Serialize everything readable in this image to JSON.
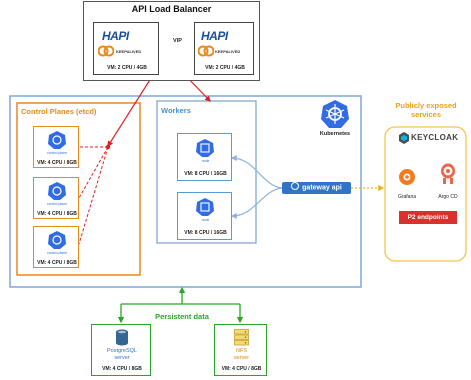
{
  "load_balancer": {
    "title": "API Load Balancer",
    "vip_label": "VIP",
    "nodes": [
      {
        "logo": "HAPI",
        "sub": "KEEPALIVED",
        "vm": "VM: 2 CPU / 4GB"
      },
      {
        "logo": "HAPI",
        "sub": "KEEPALIVED",
        "vm": "VM: 2 CPU / 4GB"
      }
    ]
  },
  "control_planes": {
    "title": "Control Planes (etcd)",
    "nodes": [
      {
        "icon_label": "control plane",
        "vm": "VM: 4 CPU / 8GB"
      },
      {
        "icon_label": "control plane",
        "vm": "VM: 4 CPU / 8GB"
      },
      {
        "icon_label": "control plane",
        "vm": "VM: 4 CPU / 8GB"
      }
    ]
  },
  "workers": {
    "title": "Workers",
    "nodes": [
      {
        "icon_label": "node",
        "vm": "VM: 8 CPU / 16GB"
      },
      {
        "icon_label": "node",
        "vm": "VM: 8 CPU / 16GB"
      }
    ]
  },
  "kubernetes": {
    "label": "Kubernetes"
  },
  "gateway": {
    "label": "gateway api"
  },
  "public": {
    "title": "Publicly exposed services",
    "keycloak": "KEYCLOAK",
    "grafana": "Grafana",
    "argocd": "Argo CD",
    "p2": "P2 endpoints"
  },
  "persistent": {
    "title": "Persistent data",
    "nodes": [
      {
        "name_line1": "PostgreSQL",
        "name_line2": "server",
        "vm": "VM: 4 CPU / 8GB"
      },
      {
        "name_line1": "NFS",
        "name_line2": "server",
        "vm": "VM: 4 CPU / 8GB"
      }
    ]
  },
  "colors": {
    "cp_border": "#e8891d",
    "worker_border": "#5b9bd5",
    "red_link": "#e02020",
    "public_border": "#f5c54a",
    "persist_green": "#2aa52a",
    "k8s_blue": "#326ce5"
  }
}
